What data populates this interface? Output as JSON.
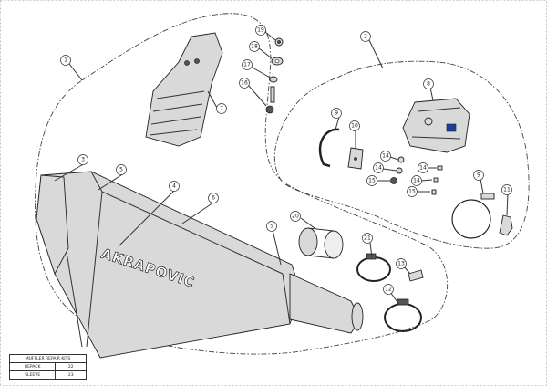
{
  "diagram": {
    "brand_text": "AKRAPOVIC",
    "callouts": [
      "1",
      "2",
      "3",
      "4",
      "5",
      "5",
      "6",
      "7",
      "8",
      "9",
      "10",
      "11",
      "9",
      "12",
      "13",
      "14",
      "14",
      "15",
      "14",
      "14",
      "15",
      "16",
      "17",
      "18",
      "19",
      "20",
      "21"
    ]
  },
  "repair_kits": {
    "title": "MUFFLER REPAIR KITS",
    "rows": [
      {
        "name": "REPACK",
        "number": "22"
      },
      {
        "name": "SLEEVE",
        "number": "23"
      }
    ]
  },
  "colors": {
    "accent_blue": "#1a3fa0"
  }
}
